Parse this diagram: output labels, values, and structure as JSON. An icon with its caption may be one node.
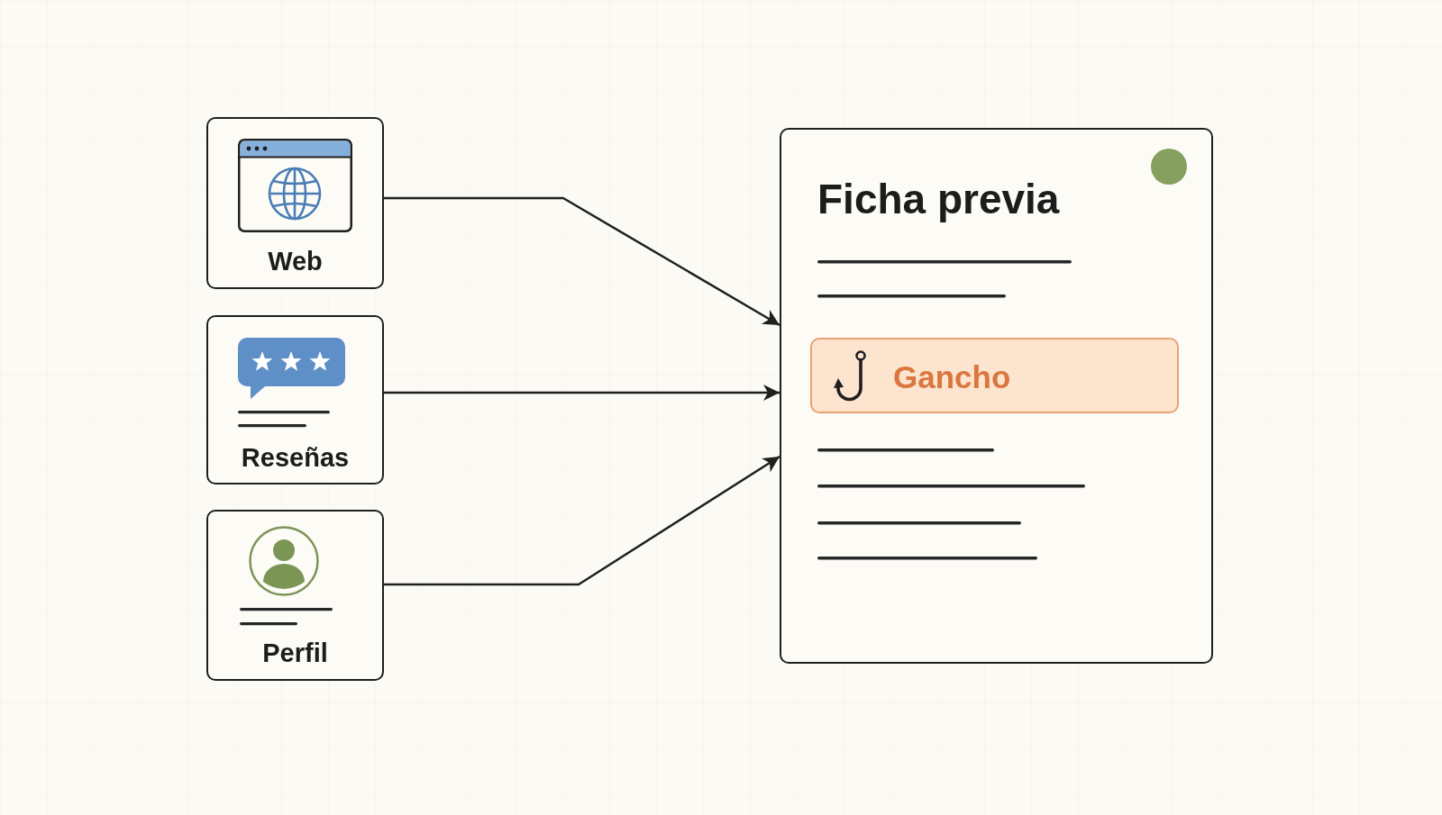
{
  "diagram": {
    "nodes": [
      {
        "text": [
          "Web"
        ]
      },
      {
        "text": [
          "Reseñas"
        ]
      },
      {
        "text": [
          "Perfil"
        ]
      },
      {
        "text": [
          "Ficha previa"
        ]
      },
      {
        "text": [
          "Gancho"
        ],
        "in": 3
      }
    ],
    "edges": [
      {
        "from": 0,
        "to": 3,
        "arrow": "to"
      },
      {
        "from": 1,
        "to": 3,
        "arrow": "to"
      },
      {
        "from": 2,
        "to": 3,
        "arrow": "to"
      }
    ]
  }
}
